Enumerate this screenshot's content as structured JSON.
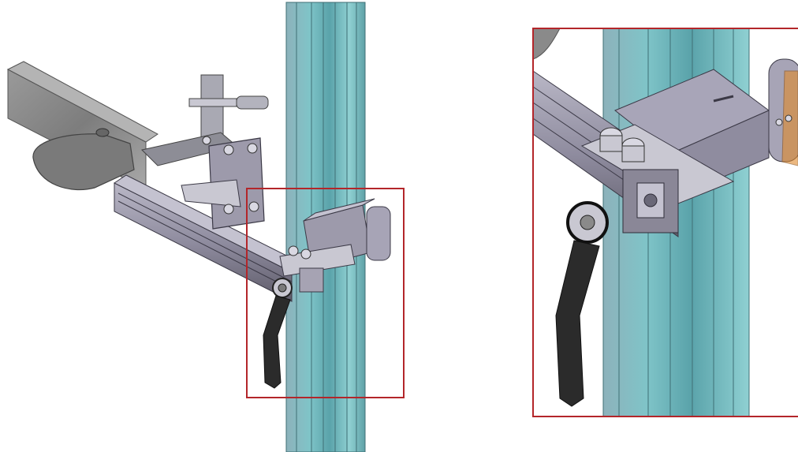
{
  "figure": {
    "views": [
      {
        "id": "overview",
        "description_key": "assembly-overview"
      },
      {
        "id": "detail",
        "description_key": "zoomed-detail"
      }
    ],
    "colors": {
      "highlight_frame": "#b3262a",
      "profile_teal": "#7fc4c8",
      "profile_teal_dark": "#4e9aa0",
      "steel_light": "#c9c8d2",
      "steel_mid": "#9d9aab",
      "steel_dark": "#5f5c6a",
      "handle_black": "#2b2b2b",
      "cast_grey": "#8a8a8a",
      "accent_orange": "#e08a2c"
    },
    "icons": [
      "fastener-bolt-icon",
      "clamp-handle-icon",
      "locking-lever-icon"
    ]
  }
}
